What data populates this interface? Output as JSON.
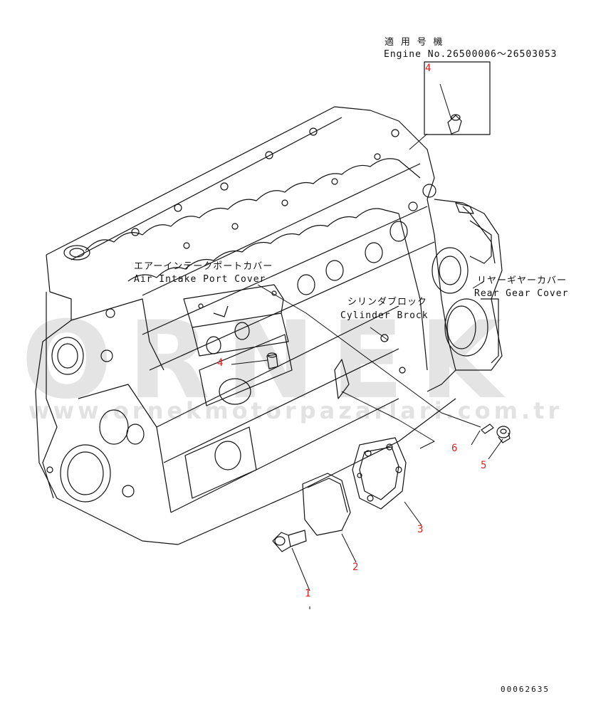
{
  "labels": {
    "applicable_jp": "適 用 号 機",
    "engine_no": "Engine No.26500006～26503053",
    "air_intake_jp": "エアーインテークポートカバー",
    "air_intake_en": "Air Intake Port Cover",
    "cylinder_jp": "シリンダブロック",
    "cylinder_en": "Cylinder Brock",
    "rear_gear_jp": "リヤーギヤーカバー",
    "rear_gear_en": "Rear Gear Cover"
  },
  "callouts": {
    "c1": "1",
    "c2": "2",
    "c3": "3",
    "c4a": "4",
    "c4b": "4",
    "c5": "5",
    "c6": "6"
  },
  "watermark": {
    "brand": "ORNEK",
    "url": "www.ornekmotorpazarlari.com.tr"
  },
  "drawing_code": "00062635",
  "colors": {
    "callout": "#d22222",
    "line": "#111111",
    "watermark": "#cfcfcf"
  }
}
